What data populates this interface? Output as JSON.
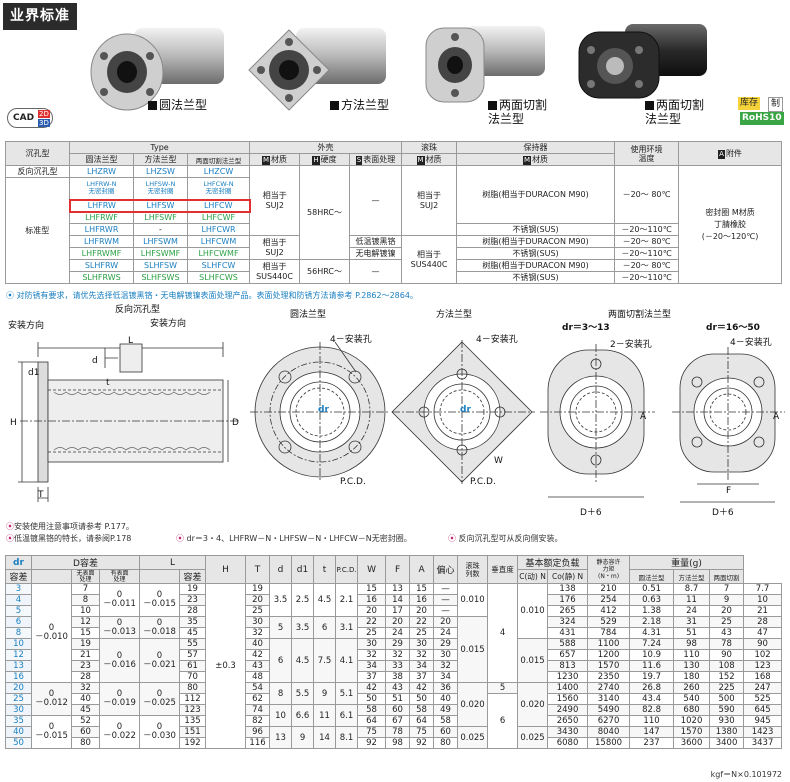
{
  "section_title": "业界标准",
  "cad": {
    "label": "CAD",
    "d2": "2D",
    "d3": "3D"
  },
  "badges": {
    "stock": "库存",
    "made": "制",
    "rohs": "RoHS10"
  },
  "products": [
    {
      "label": "圆法兰型"
    },
    {
      "label": "方法兰型"
    },
    {
      "label": "两面切割\n法兰型"
    },
    {
      "label": "两面切割\n法兰型"
    }
  ],
  "spec": {
    "h_hole": "沉孔型",
    "h_type": "Type",
    "h_round": "圆法兰型",
    "h_square": "方法兰型",
    "h_cut": "两面切割法兰型",
    "h_outer": "外壳",
    "h_material": "材质",
    "h_hard": "硬度",
    "h_surface": "表面处理",
    "h_ball": "滚珠",
    "h_ball_mat": "材质",
    "h_retainer": "保持器",
    "h_ret_mat": "材质",
    "h_env": "使用环境\n温度",
    "h_acc": "附件",
    "m": "M",
    "h": "H",
    "s": "S",
    "a": "A",
    "row_reverse": "反向沉孔型",
    "row_standard": "标准型",
    "types": [
      [
        "LHZRW",
        "LHZSW",
        "LHZCW"
      ],
      [
        "LHFRW-N\n无密封圈",
        "LHFSW-N\n无密封圈",
        "LHFCW-N\n无密封圈"
      ],
      [
        "LHFRW",
        "LHFSW",
        "LHFCW"
      ],
      [
        "LHFRWF",
        "LHFSWF",
        "LHFCWF"
      ],
      [
        "LHFRWR",
        "-",
        "LHFCWR"
      ],
      [
        "LHFRWM",
        "LHFSWM",
        "LHFCWM"
      ],
      [
        "LHFRWMF",
        "LHFSWMF",
        "LHFCWMF"
      ],
      [
        "SLHFRW",
        "SLHFSW",
        "SLHFCW"
      ],
      [
        "SLHFRWS",
        "SLHFSWS",
        "SLHFCWS"
      ]
    ],
    "mat1": "相当于\nSUJ2",
    "hard1": "58HRC～",
    "surf1": "—",
    "surf2": "低温镀黑铬",
    "surf3": "无电解镀镍",
    "ball1": "相当于\nSUJ2",
    "ball2": "相当于\nSUS440C",
    "mat2": "相当于\nSUS440C",
    "hard2": "56HRC～",
    "surf4": "—",
    "ret_resin": "树脂(相当于DURACON M90)",
    "ret_ss": "不锈钢(SUS)",
    "t80": "－20～ 80℃",
    "t110": "－20～110℃",
    "acc": "密封圈 M材质\n丁腈橡胶\n(－20～120℃)"
  },
  "note_top": "对防锈有要求，请优先选择低温镀黑铬・无电解镀镍表面处理产品。表面处理和防锈方法请参考 P.2862～2864。",
  "drawing": {
    "reverse": "反向沉孔型",
    "mount_dir": "安装方向",
    "round": "圆法兰型",
    "square": "方法兰型",
    "cut": "两面切割法兰型",
    "dr_small": "dr＝3～13",
    "dr_large": "dr＝16～50",
    "hole4": "4－安装孔",
    "hole2": "2－安装孔",
    "pcd": "P.C.D.",
    "L": "L",
    "T": "T",
    "H": "H",
    "D": "D",
    "d": "d",
    "d1": "d1",
    "t": "t",
    "W": "W",
    "A": "A",
    "F": "F",
    "dr": "dr",
    "D6": "D＋6"
  },
  "notes": [
    "安装使用注意事项请参考 P.177。",
    "低温镀黑铬的特长，请参阅P.178",
    "dr＝3・4、LHFRW－N・LHFSW－N・LHFCW－N无密封圈。",
    "反向沉孔型可从反向侧安装。"
  ],
  "dim": {
    "h": {
      "dr": "dr",
      "tol": "容差",
      "D": "D容差",
      "d_none": "无表面\n处理",
      "d_with": "有表面\n处理",
      "L": "L",
      "ltol": "容差",
      "H": "H",
      "T": "T",
      "d": "d",
      "d1": "d1",
      "t": "t",
      "pcd": "P.C.D.",
      "W": "W",
      "F": "F",
      "A": "A",
      "ecc": "偏心",
      "balls": "滚珠\n列数",
      "perp": "垂直度",
      "load": "基本额定负载",
      "C": "C(动) N",
      "Co": "Co(静) N",
      "moment": "静态容许\n力矩\n(N・m)",
      "weight": "重量(g)",
      "w1": "圆法兰型",
      "w2": "方法兰型",
      "w3": "两面切割"
    },
    "rows": [
      {
        "dr": "3",
        "D": "7",
        "L": "19",
        "H": "19",
        "W": "13",
        "F": "15",
        "A": "—",
        "C": "138",
        "Co": "210",
        "M": "0.51",
        "w1": "8.7",
        "w2": "7",
        "w3": "7.7"
      },
      {
        "dr": "4",
        "D": "8",
        "L": "23",
        "H": "20",
        "W": "14",
        "F": "16",
        "A": "—",
        "C": "176",
        "Co": "254",
        "M": "0.63",
        "w1": "11",
        "w2": "9",
        "w3": "10"
      },
      {
        "dr": "5",
        "D": "10",
        "L": "28",
        "H": "25",
        "W": "17",
        "F": "20",
        "A": "—",
        "C": "265",
        "Co": "412",
        "M": "1.38",
        "w1": "24",
        "w2": "20",
        "w3": "21"
      },
      {
        "dr": "6",
        "D": "12",
        "L": "35",
        "H": "30",
        "W": "20",
        "F": "22",
        "A": "20",
        "C": "324",
        "Co": "529",
        "M": "2.18",
        "w1": "31",
        "w2": "25",
        "w3": "28"
      },
      {
        "dr": "8",
        "D": "15",
        "L": "45",
        "H": "32",
        "W": "24",
        "F": "25",
        "A": "24",
        "C": "431",
        "Co": "784",
        "M": "4.31",
        "w1": "51",
        "w2": "43",
        "w3": "47"
      },
      {
        "dr": "10",
        "D": "19",
        "L": "55",
        "H": "40",
        "W": "29",
        "F": "30",
        "A": "29",
        "C": "588",
        "Co": "1100",
        "M": "7.24",
        "w1": "98",
        "w2": "78",
        "w3": "90"
      },
      {
        "dr": "12",
        "D": "21",
        "L": "57",
        "H": "42",
        "W": "32",
        "F": "32",
        "A": "30",
        "C": "657",
        "Co": "1200",
        "M": "10.9",
        "w1": "110",
        "w2": "90",
        "w3": "102"
      },
      {
        "dr": "13",
        "D": "23",
        "L": "61",
        "H": "43",
        "W": "33",
        "F": "34",
        "A": "32",
        "C": "813",
        "Co": "1570",
        "M": "11.6",
        "w1": "130",
        "w2": "108",
        "w3": "123"
      },
      {
        "dr": "16",
        "D": "28",
        "L": "70",
        "H": "48",
        "W": "38",
        "F": "37",
        "A": "34",
        "C": "1230",
        "Co": "2350",
        "M": "19.7",
        "w1": "180",
        "w2": "152",
        "w3": "168"
      },
      {
        "dr": "20",
        "D": "32",
        "L": "80",
        "H": "54",
        "W": "43",
        "F": "42",
        "A": "36",
        "C": "1400",
        "Co": "2740",
        "M": "26.8",
        "w1": "260",
        "w2": "225",
        "w3": "247"
      },
      {
        "dr": "25",
        "D": "40",
        "L": "112",
        "H": "62",
        "W": "51",
        "F": "50",
        "A": "40",
        "C": "1560",
        "Co": "3140",
        "M": "43.4",
        "w1": "540",
        "w2": "500",
        "w3": "525"
      },
      {
        "dr": "30",
        "D": "45",
        "L": "123",
        "H": "74",
        "W": "60",
        "F": "58",
        "A": "49",
        "C": "2490",
        "Co": "5490",
        "M": "82.8",
        "w1": "680",
        "w2": "590",
        "w3": "645"
      },
      {
        "dr": "35",
        "D": "52",
        "L": "135",
        "H": "82",
        "W": "67",
        "F": "64",
        "A": "58",
        "C": "2650",
        "Co": "6270",
        "M": "110",
        "w1": "1020",
        "w2": "930",
        "w3": "945"
      },
      {
        "dr": "40",
        "D": "60",
        "L": "151",
        "H": "96",
        "W": "78",
        "F": "75",
        "A": "60",
        "C": "3430",
        "Co": "8040",
        "M": "147",
        "w1": "1570",
        "w2": "1380",
        "w3": "1423"
      },
      {
        "dr": "50",
        "D": "80",
        "L": "192",
        "H": "116",
        "W": "98",
        "F": "92",
        "A": "80",
        "C": "6080",
        "Co": "15800",
        "M": "237",
        "w1": "3600",
        "w2": "3400",
        "w3": "3437"
      }
    ],
    "g1": {
      "drtol": "0\n－0.010",
      "dn": "0\n－0.011",
      "dw": "0\n－0.015",
      "T": "3.5",
      "d": "2.5",
      "d1": "4.5",
      "t": "2.1",
      "ecc": "0.010",
      "perp": "0.010"
    },
    "g2": {
      "dn": "0\n－0.013",
      "dw": "0\n－0.018",
      "T": "5",
      "d": "3.5",
      "d1": "6",
      "t": "3.1",
      "balls": "4"
    },
    "g3": {
      "dn": "0\n－0.016",
      "dw": "0\n－0.021",
      "T": "6",
      "d": "4.5",
      "d1": "7.5",
      "t": "4.1",
      "ecc": "0.015",
      "perp": "0.015"
    },
    "g4": {
      "T": "8",
      "d": "5.5",
      "d1": "9",
      "t": "5.1"
    },
    "g5": {
      "drtol": "0\n－0.012",
      "dn": "0\n－0.019",
      "dw": "0\n－0.025",
      "T": "10",
      "d": "6.6",
      "d1": "11",
      "t": "6.1",
      "ecc": "0.020",
      "perp": "0.020",
      "balls5": "5",
      "balls6": "6"
    },
    "g6": {
      "drtol": "0\n－0.015",
      "dn": "0\n－0.022",
      "dw": "0\n－0.030",
      "T": "13",
      "d": "9",
      "d1": "14",
      "t": "8.1",
      "ecc": "0.025",
      "perp": "0.025"
    },
    "ltol": "±0.3"
  },
  "footer": "kgf＝N×0.101972"
}
